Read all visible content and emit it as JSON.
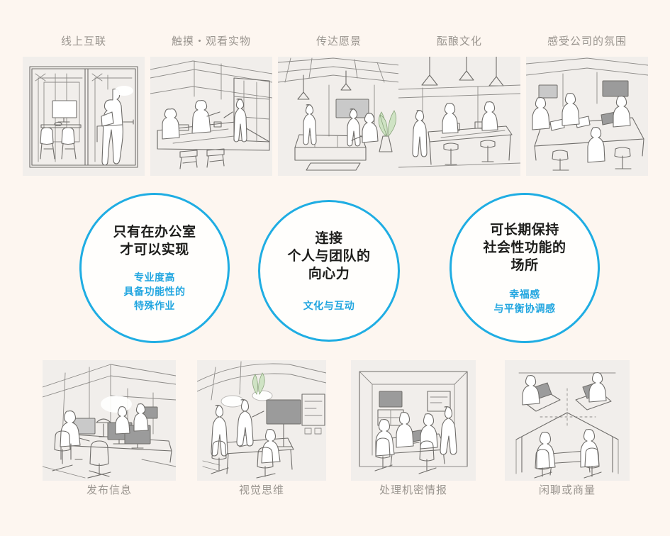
{
  "page": {
    "background_color": "#fdf6f0",
    "accent_color": "#1fade3",
    "caption_color": "#9a958f",
    "heading_color": "#1d1d1b"
  },
  "top_row": [
    {
      "label": "线上互联",
      "image_name": "sketch-video-booths"
    },
    {
      "label": "触摸・观看实物",
      "image_name": "sketch-showroom-products"
    },
    {
      "label": "传达愿景",
      "image_name": "sketch-lounge-presentation"
    },
    {
      "label": "酝酿文化",
      "image_name": "sketch-cafe-counter"
    },
    {
      "label": "感受公司的氛围",
      "image_name": "sketch-open-office-collab"
    }
  ],
  "circles": [
    {
      "name": "circle-office-only",
      "heading_lines": [
        "只有在办公室",
        "才可以实现"
      ],
      "sub_lines": [
        "专业度高",
        "具备功能性的",
        "特殊作业"
      ]
    },
    {
      "name": "circle-connection",
      "heading_lines": [
        "连接",
        "个人与团队的",
        "向心力"
      ],
      "sub_lines": [
        "文化与互动"
      ]
    },
    {
      "name": "circle-social-function",
      "heading_lines": [
        "可长期保持",
        "社会性功能的",
        "场所"
      ],
      "sub_lines": [
        "幸福感",
        "与平衡协调感"
      ]
    }
  ],
  "bottom_row": [
    {
      "label": "发布信息",
      "image_name": "sketch-desk-monitors-row"
    },
    {
      "label": "视觉思维",
      "image_name": "sketch-whiteboard-workshop"
    },
    {
      "label": "处理机密情报",
      "image_name": "sketch-meeting-room-confidential"
    },
    {
      "label": "闲聊或商量",
      "image_name": "sketch-booth-chat"
    }
  ]
}
